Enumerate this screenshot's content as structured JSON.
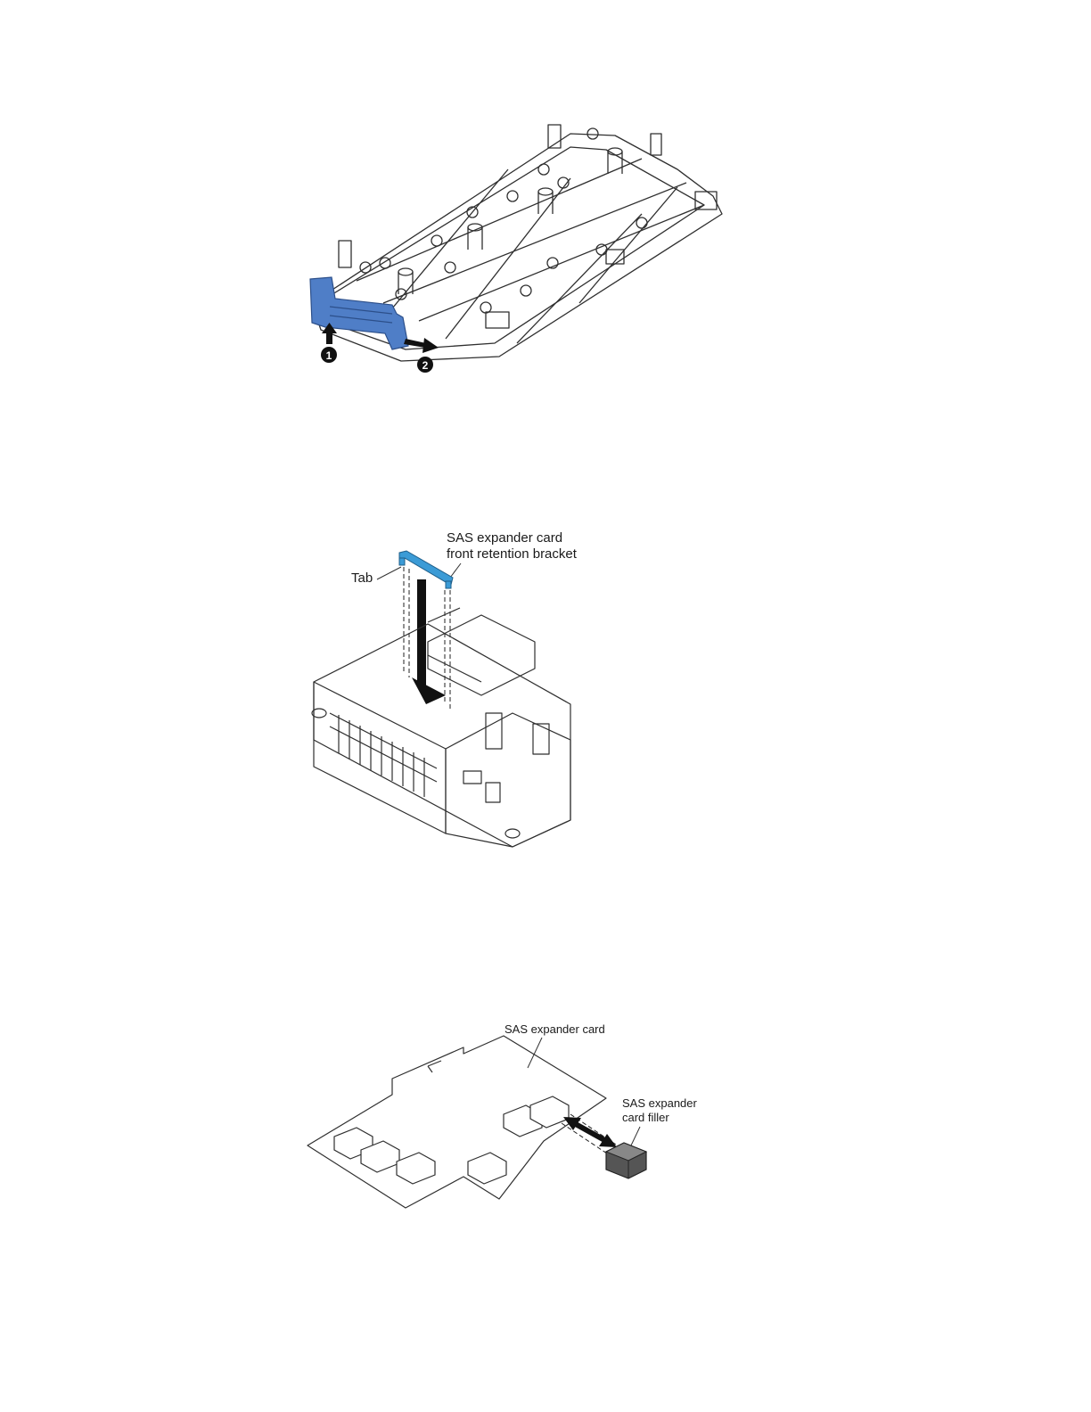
{
  "figure1": {
    "callouts": [
      "1",
      "2"
    ],
    "colors": {
      "part": "#4f7ec7",
      "outline": "#2f2f2f"
    }
  },
  "figure2": {
    "label_tab": "Tab",
    "label_bracket_line1": "SAS expander card",
    "label_bracket_line2": "front retention bracket",
    "colors": {
      "bracket": "#3b9bd6",
      "arrow": "#111111"
    }
  },
  "figure3": {
    "label_card": "SAS expander card",
    "label_filler_line1": "SAS expander",
    "label_filler_line2": "card filler",
    "colors": {
      "filler": "#555555"
    }
  }
}
